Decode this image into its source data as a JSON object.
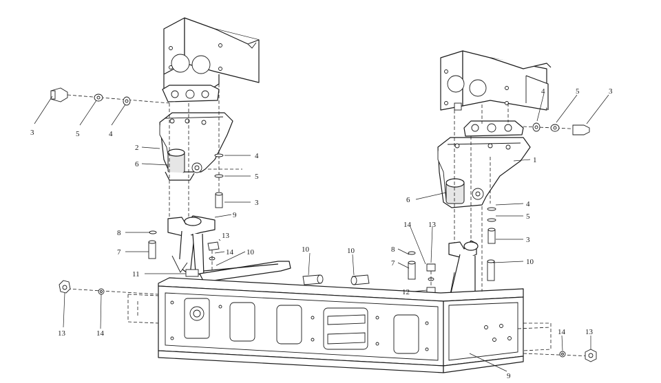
{
  "callouts": {
    "left": {
      "bolt_top": "3",
      "washer_spring_top": "5",
      "washer_flat_top": "4",
      "bracket": "2",
      "bushing": "6",
      "washer_flat_side": "4",
      "washer_spring_side": "5",
      "bolt_side": "3",
      "plate": "9",
      "pin_8": "8",
      "pin_7": "7",
      "nut_13": "13",
      "washer_14": "14",
      "bolt_10": "10",
      "bolt_11": "11",
      "frame_nut": "13",
      "frame_washer": "14"
    },
    "center": {
      "bolt_10a": "10",
      "bolt_10b": "10"
    },
    "right": {
      "washer_flat_top": "4",
      "washer_spring_top": "5",
      "bolt_top": "3",
      "bracket": "1",
      "bushing": "6",
      "washer_flat_side": "4",
      "washer_spring_side": "5",
      "bolt_side": "3",
      "pin_8": "8",
      "pin_7": "7",
      "washer_14": "14",
      "nut_13": "13",
      "bolt_10": "10",
      "bolt_12": "12",
      "plate": "9",
      "frame_washer": "14",
      "frame_nut": "13"
    }
  }
}
